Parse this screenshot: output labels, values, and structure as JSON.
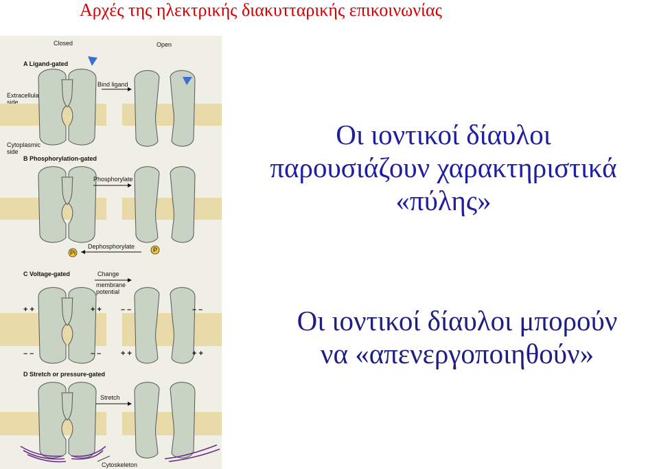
{
  "slide": {
    "title": "Αρχές της ηλεκτρικής διακυτταρικής επικοινωνίας",
    "heading1_lines": [
      "Οι ιοντικοί δίαυλοι",
      "παρουσιάζουν χαρακτηριστικά",
      "«πύλης»"
    ],
    "heading2_lines": [
      "Οι ιοντικοί δίαυλοι μπορούν",
      "να «απενεργοποιηθούν»"
    ],
    "title_color": "#d40000",
    "heading_color": "#1f1f9f"
  },
  "figure": {
    "state_closed": "Closed",
    "state_open": "Open",
    "side_extracellular": [
      "Extracellular",
      "side"
    ],
    "side_cytoplasmic": [
      "Cytoplasmic",
      "side"
    ],
    "panel_a": {
      "title": "A  Ligand-gated",
      "arrow": "Bind ligand"
    },
    "panel_b": {
      "title": "B  Phosphorylation-gated",
      "arrow": "Phosphorylate",
      "reverse_arrow": "Dephosphorylate",
      "pi": "Pi",
      "p": "P"
    },
    "panel_c": {
      "title": "C  Voltage-gated",
      "arrow_lines": [
        "Change",
        "membrane",
        "potential"
      ],
      "top_sign_closed": "+ +",
      "bottom_sign_closed": "– –",
      "top_sign_open": "– –",
      "bottom_sign_open": "+ +"
    },
    "panel_d": {
      "title": "D  Stretch or pressure-gated",
      "arrow": "Stretch",
      "cytoskeleton": "Cytoskeleton"
    },
    "colors": {
      "channel": "#c9d3c4",
      "membrane": "#e8d9a8",
      "ligand": "#3a6fd0",
      "cytoskeleton": "#6a2c8c"
    }
  }
}
